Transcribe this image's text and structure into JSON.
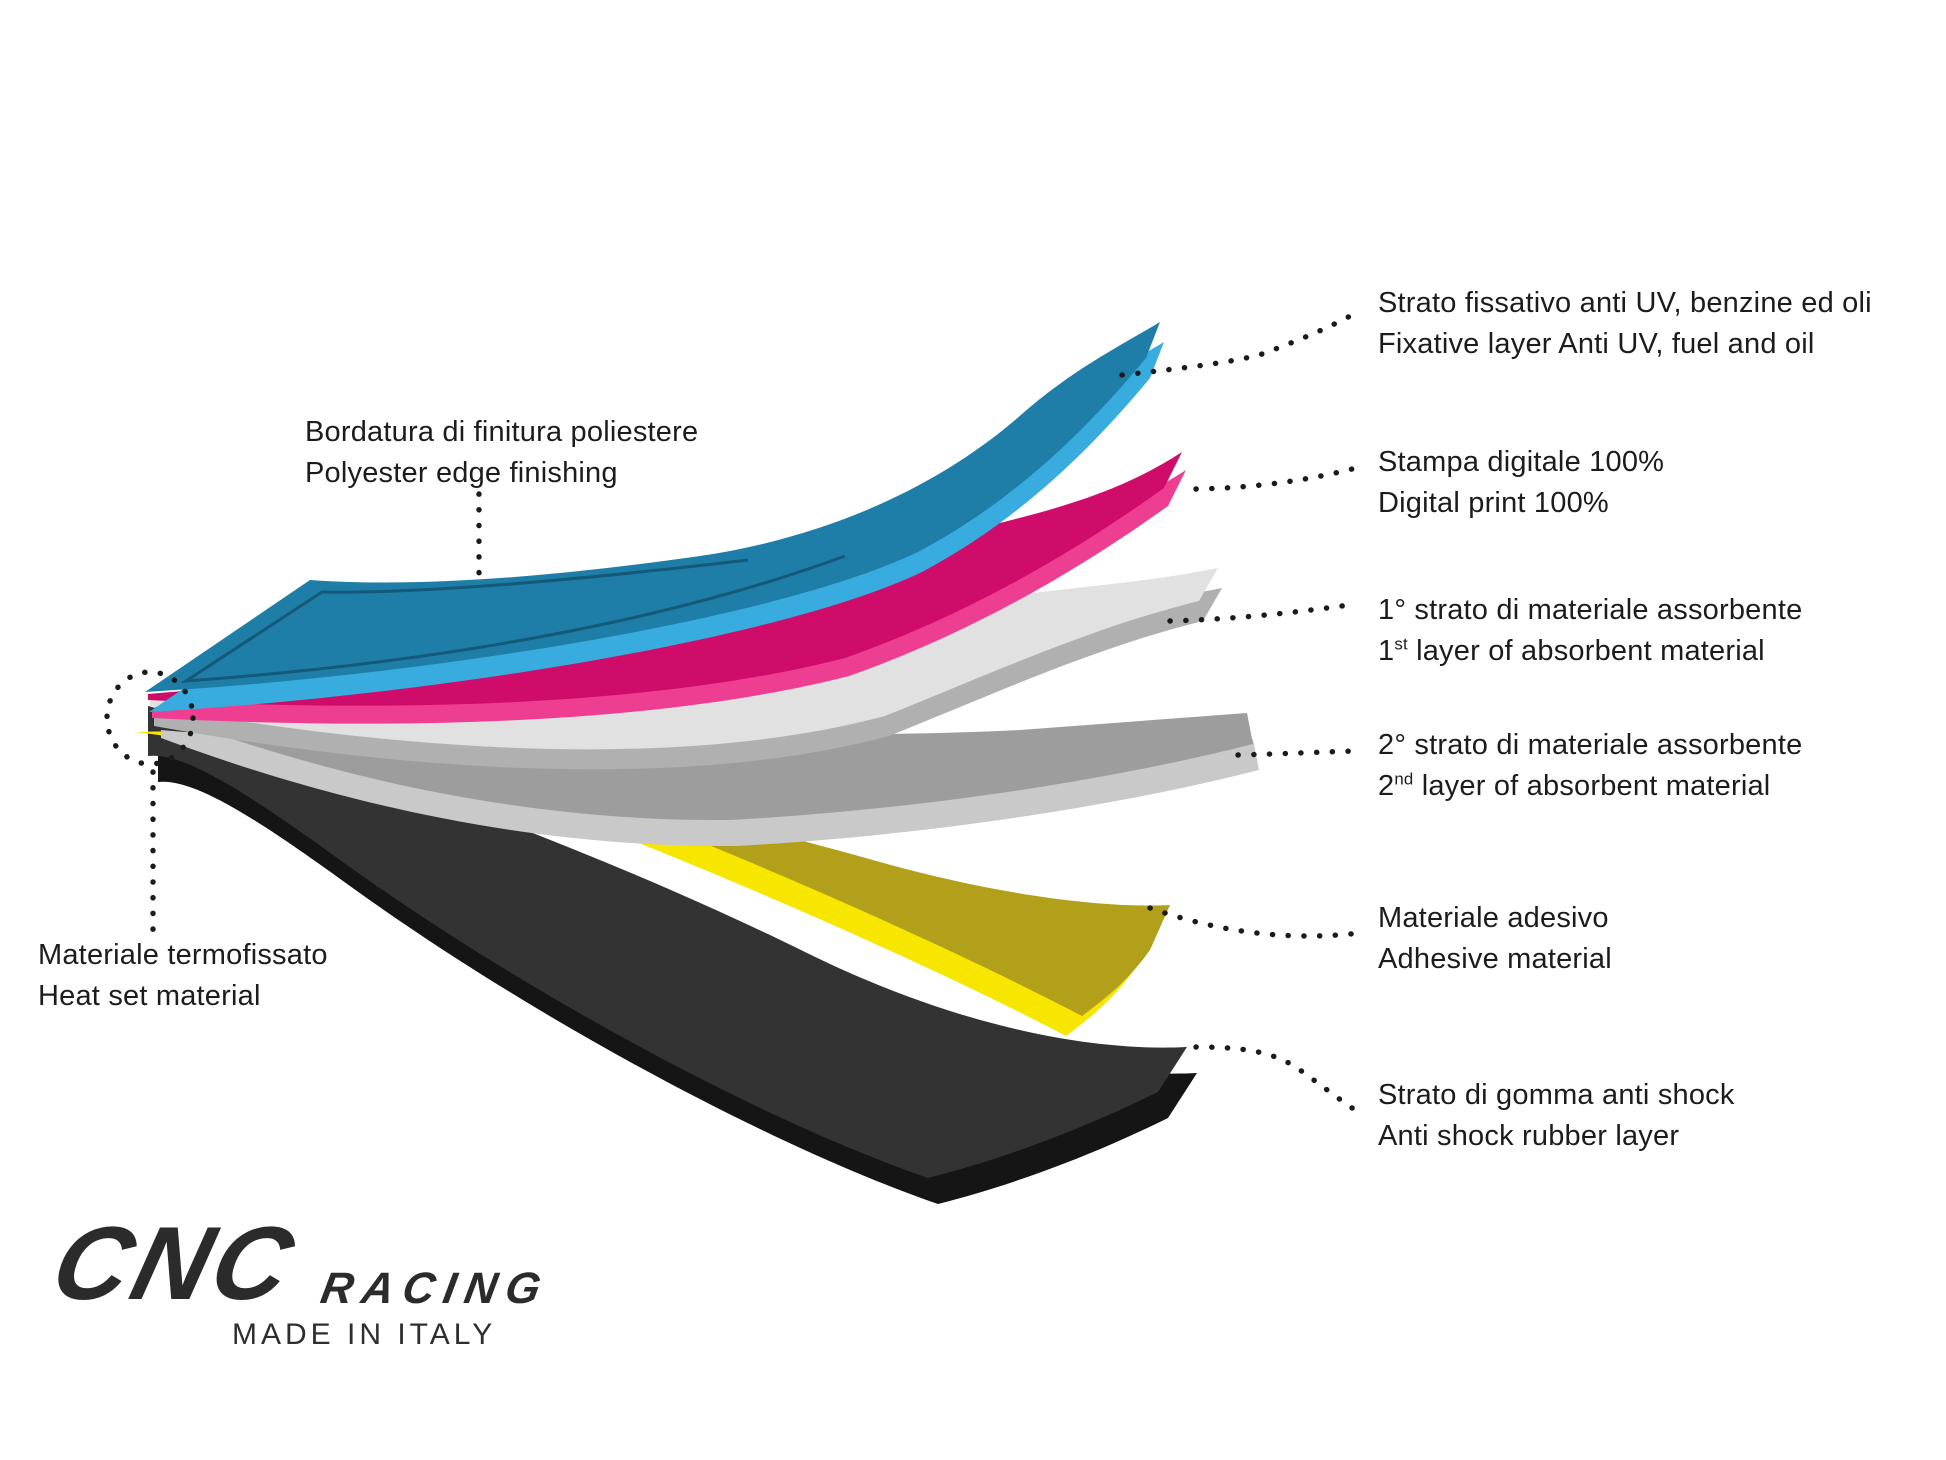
{
  "labels": {
    "right": [
      {
        "it": "Strato fissativo anti UV, benzine ed oli",
        "en": "Fixative layer Anti UV, fuel and oil"
      },
      {
        "it": "Stampa digitale 100%",
        "en": "Digital print 100%"
      },
      {
        "it": "1° strato di materiale assorbente",
        "en_num": "1",
        "en_sup": "st",
        "en_rest": " layer of absorbent material"
      },
      {
        "it": "2° strato di materiale assorbente",
        "en_num": "2",
        "en_sup": "nd",
        "en_rest": " layer of absorbent material"
      },
      {
        "it": "Materiale adesivo",
        "en": "Adhesive material"
      },
      {
        "it": "Strato di gomma anti shock",
        "en": "Anti shock rubber layer"
      }
    ],
    "left": [
      {
        "it": "Bordatura di finitura poliestere",
        "en": "Polyester edge finishing"
      },
      {
        "it": "Materiale termofissato",
        "en": "Heat set material"
      }
    ]
  },
  "layers": [
    {
      "id": "rubber",
      "main": "#333333",
      "edge": "#151515"
    },
    {
      "id": "adhesive",
      "main": "#b2a01b",
      "edge": "#f7e600"
    },
    {
      "id": "absorbent-2",
      "main": "#9d9d9d",
      "edge": "#c9c9c9"
    },
    {
      "id": "absorbent-1",
      "main": "#e1e1e1",
      "edge": "#b0b0b0"
    },
    {
      "id": "digital-print",
      "main": "#cf0c6a",
      "edge": "#ee3e92"
    },
    {
      "id": "fixative",
      "main": "#1f7ea8",
      "edge": "#38acdf",
      "outline": "#14587a"
    }
  ],
  "leader_color": "#1b1b1b",
  "logo": {
    "brand": "CNC",
    "sub": "RACING",
    "tagline": "MADE IN ITALY"
  }
}
